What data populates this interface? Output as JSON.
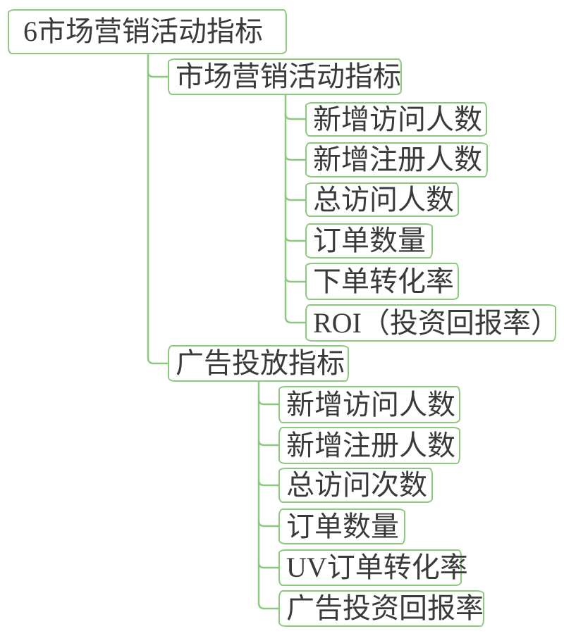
{
  "diagram": {
    "type": "mindmap",
    "root": {
      "label": "6市场营销活动指标"
    },
    "branches": [
      {
        "label": "市场营销活动指标",
        "children": [
          {
            "label": "新增访问人数"
          },
          {
            "label": "新增注册人数"
          },
          {
            "label": "总访问人数"
          },
          {
            "label": "订单数量"
          },
          {
            "label": "下单转化率"
          },
          {
            "label": "ROI（投资回报率）"
          }
        ]
      },
      {
        "label": "广告投放指标",
        "children": [
          {
            "label": "新增访问人数"
          },
          {
            "label": "新增注册人数"
          },
          {
            "label": "总访问次数"
          },
          {
            "label": "订单数量"
          },
          {
            "label": "UV订单转化率"
          },
          {
            "label": "广告投资回报率"
          }
        ]
      }
    ],
    "colors": {
      "stroke_green": "#8cc87e",
      "text": "#3a3a3a",
      "background": "#ffffff"
    }
  }
}
